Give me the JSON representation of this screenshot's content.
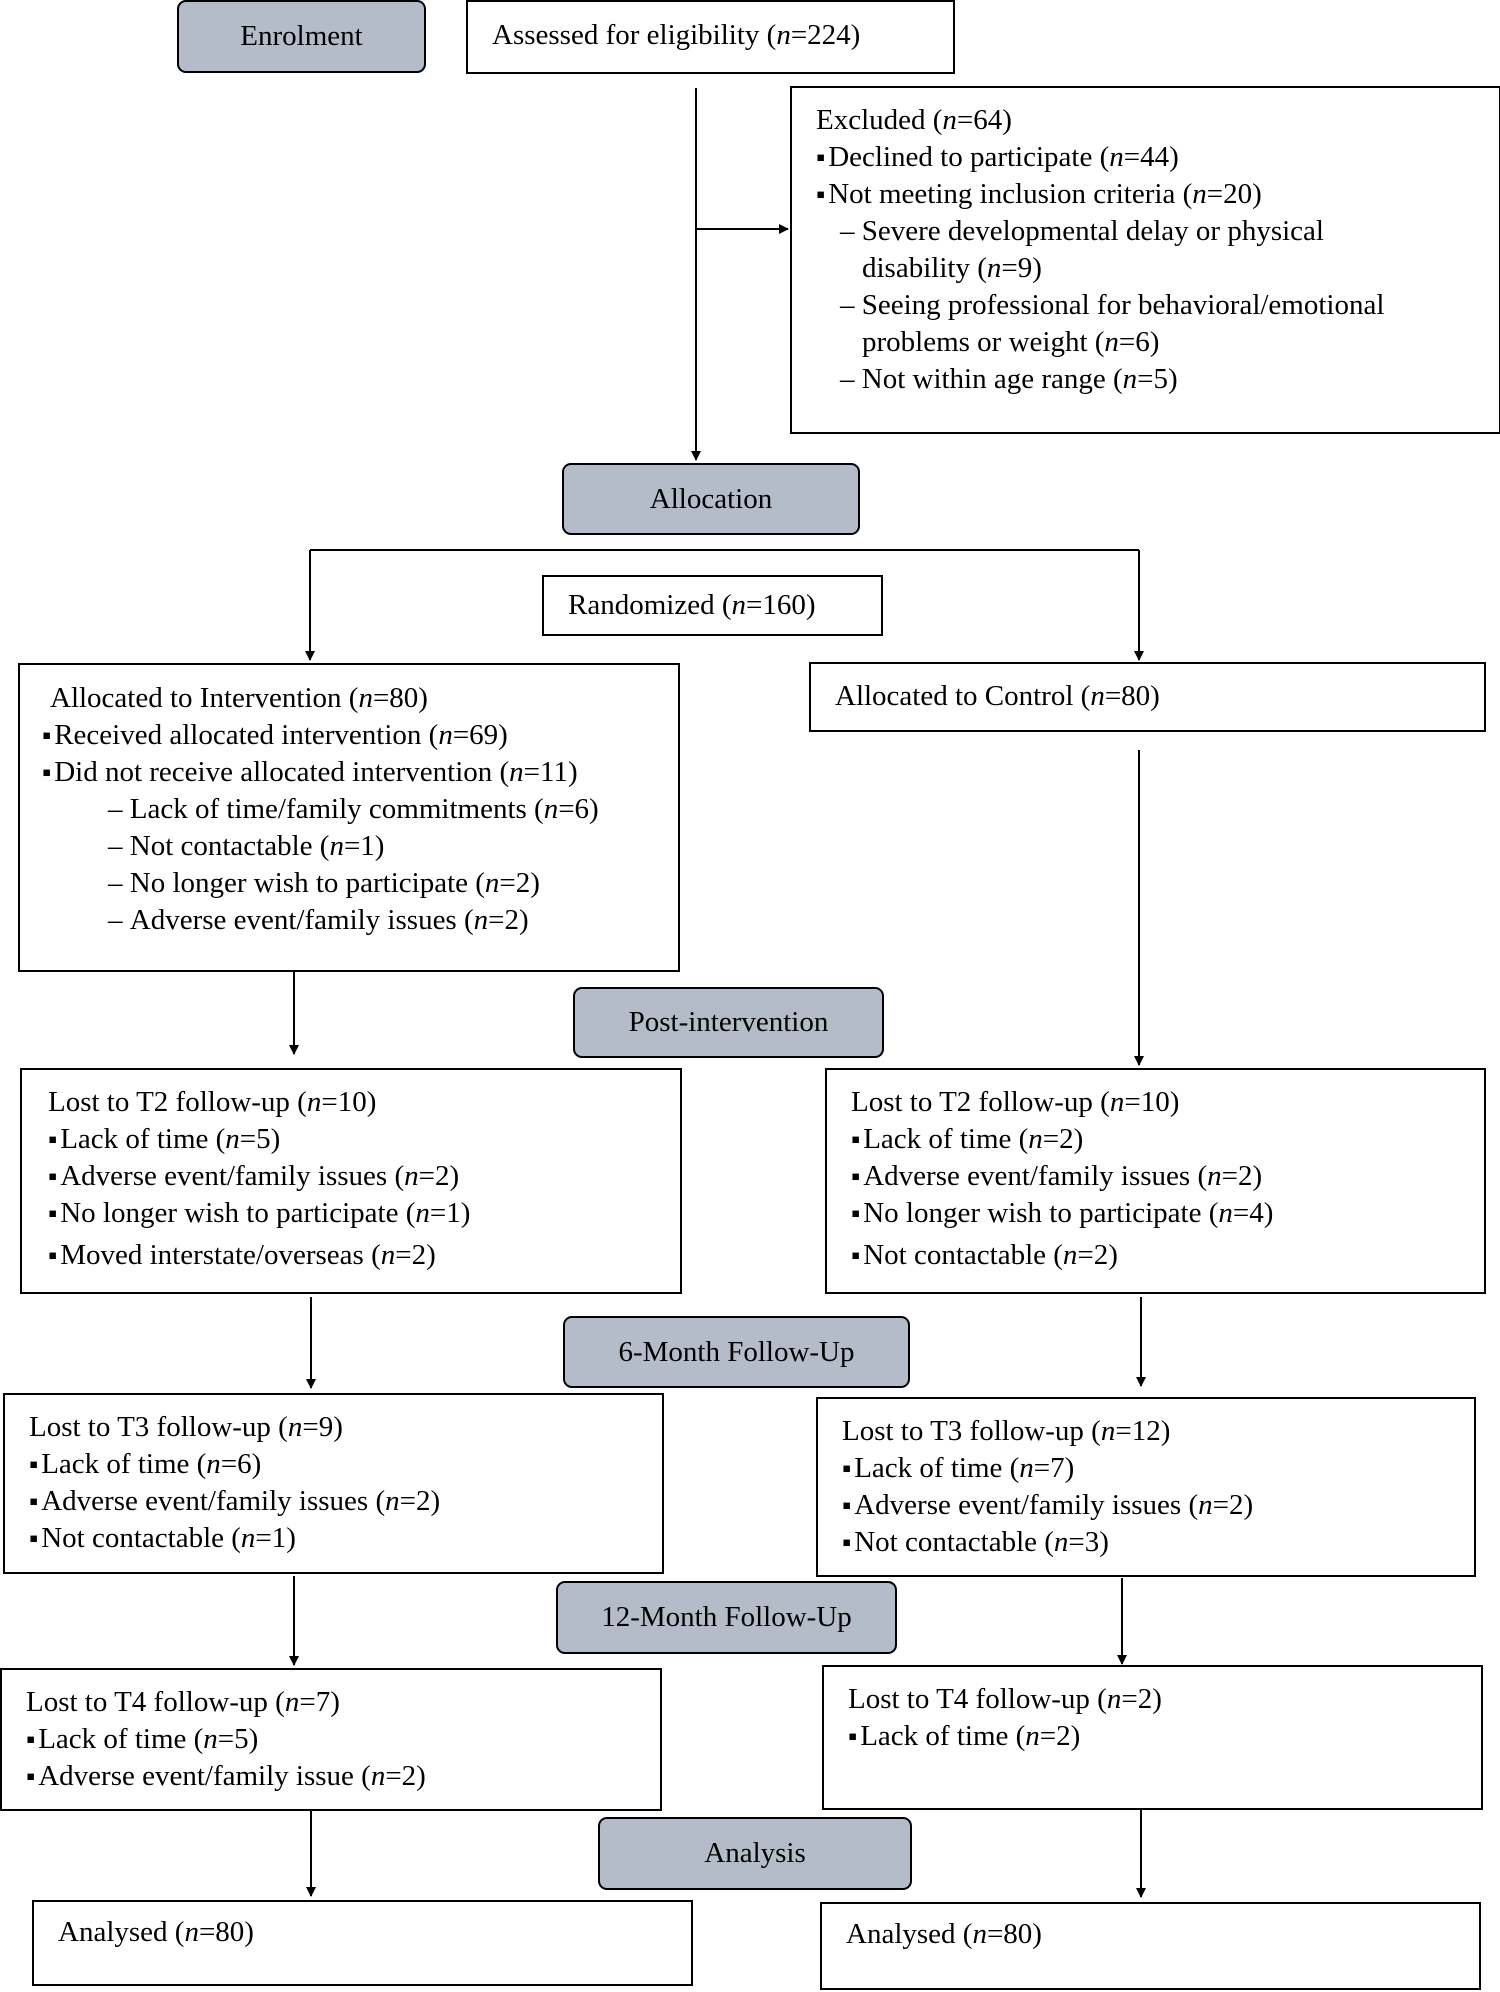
{
  "phases": {
    "enrolment": "Enrolment",
    "allocation": "Allocation",
    "post_intervention": "Post-intervention",
    "six_month": "6-Month Follow-Up",
    "twelve_month": "12-Month Follow-Up",
    "analysis": "Analysis"
  },
  "assessed": {
    "text": "Assessed for eligibility (",
    "n": "n",
    "val": "=224)"
  },
  "excluded": {
    "title": {
      "text": "Excluded (",
      "n": "n",
      "val": "=64)"
    },
    "declined": {
      "text": "Declined to participate (",
      "n": "n",
      "val": "=44)"
    },
    "not_meeting": {
      "text": "Not meeting inclusion criteria (",
      "n": "n",
      "val": "=20)"
    },
    "severe_1": "Severe developmental delay or physical",
    "severe_2": {
      "text": "disability (",
      "n": "n",
      "val": "=9)"
    },
    "seeing_1": "Seeing professional for behavioral/emotional",
    "seeing_2": {
      "text": "problems or weight (",
      "n": "n",
      "val": "=6)"
    },
    "age": {
      "text": "Not within age range (",
      "n": "n",
      "val": "=5)"
    }
  },
  "randomized": {
    "text": "Randomized (",
    "n": "n",
    "val": "=160)"
  },
  "intervention": {
    "title": {
      "text": "Allocated to Intervention (",
      "n": "n",
      "val": "=80)"
    },
    "received": {
      "text": "Received allocated intervention (",
      "n": "n",
      "val": "=69)"
    },
    "not_received": {
      "text": "Did not receive allocated intervention (",
      "n": "n",
      "val": "=11)"
    },
    "lack": {
      "text": "Lack of time/family commitments (",
      "n": "n",
      "val": "=6)"
    },
    "contact": {
      "text": "Not contactable (",
      "n": "n",
      "val": "=1)"
    },
    "wish": {
      "text": "No longer wish to participate (",
      "n": "n",
      "val": "=2)"
    },
    "adverse": {
      "text": "Adverse event/family issues (",
      "n": "n",
      "val": "=2)"
    }
  },
  "control": {
    "title": {
      "text": "Allocated to Control (",
      "n": "n",
      "val": "=80)"
    }
  },
  "t2_left": {
    "title": {
      "text": "Lost to T2 follow-up (",
      "n": "n",
      "val": "=10)"
    },
    "items": [
      {
        "text": "Lack of time (",
        "n": "n",
        "val": "=5)"
      },
      {
        "text": "Adverse event/family issues (",
        "n": "n",
        "val": "=2)"
      },
      {
        "text": "No longer wish to participate (",
        "n": "n",
        "val": "=1)"
      },
      {
        "text": "Moved interstate/overseas (",
        "n": "n",
        "val": "=2)"
      }
    ]
  },
  "t2_right": {
    "title": {
      "text": "Lost to T2 follow-up (",
      "n": "n",
      "val": "=10)"
    },
    "items": [
      {
        "text": "Lack of time (",
        "n": "n",
        "val": "=2)"
      },
      {
        "text": "Adverse event/family issues (",
        "n": "n",
        "val": "=2)"
      },
      {
        "text": "No longer wish to participate (",
        "n": "n",
        "val": "=4)"
      },
      {
        "text": "Not contactable (",
        "n": "n",
        "val": "=2)"
      }
    ]
  },
  "t3_left": {
    "title": {
      "text": "Lost to T3 follow-up (",
      "n": "n",
      "val": "=9)"
    },
    "items": [
      {
        "text": "Lack of time (",
        "n": "n",
        "val": "=6)"
      },
      {
        "text": "Adverse event/family issues (",
        "n": "n",
        "val": "=2)"
      },
      {
        "text": "Not contactable (",
        "n": "n",
        "val": "=1)"
      }
    ]
  },
  "t3_right": {
    "title": {
      "text": "Lost to T3 follow-up (",
      "n": "n",
      "val": "=12)"
    },
    "items": [
      {
        "text": "Lack of time (",
        "n": "n",
        "val": "=7)"
      },
      {
        "text": "Adverse event/family issues (",
        "n": "n",
        "val": "=2)"
      },
      {
        "text": "Not contactable (",
        "n": "n",
        "val": "=3)"
      }
    ]
  },
  "t4_left": {
    "title": {
      "text": "Lost to T4 follow-up (",
      "n": "n",
      "val": "=7)"
    },
    "items": [
      {
        "text": "Lack of time (",
        "n": "n",
        "val": "=5)"
      },
      {
        "text": "Adverse event/family issue (",
        "n": "n",
        "val": "=2)"
      }
    ]
  },
  "t4_right": {
    "title": {
      "text": "Lost to T4 follow-up (",
      "n": "n",
      "val": "=2)"
    },
    "items": [
      {
        "text": "Lack of time (",
        "n": "n",
        "val": "=2)"
      }
    ]
  },
  "analysed_left": {
    "text": "Analysed (",
    "n": "n",
    "val": "=80)"
  },
  "analysed_right": {
    "text": "Analysed (",
    "n": "n",
    "val": "=80)"
  },
  "colors": {
    "phase_fill": "#b4bcc9",
    "line": "#000000"
  }
}
